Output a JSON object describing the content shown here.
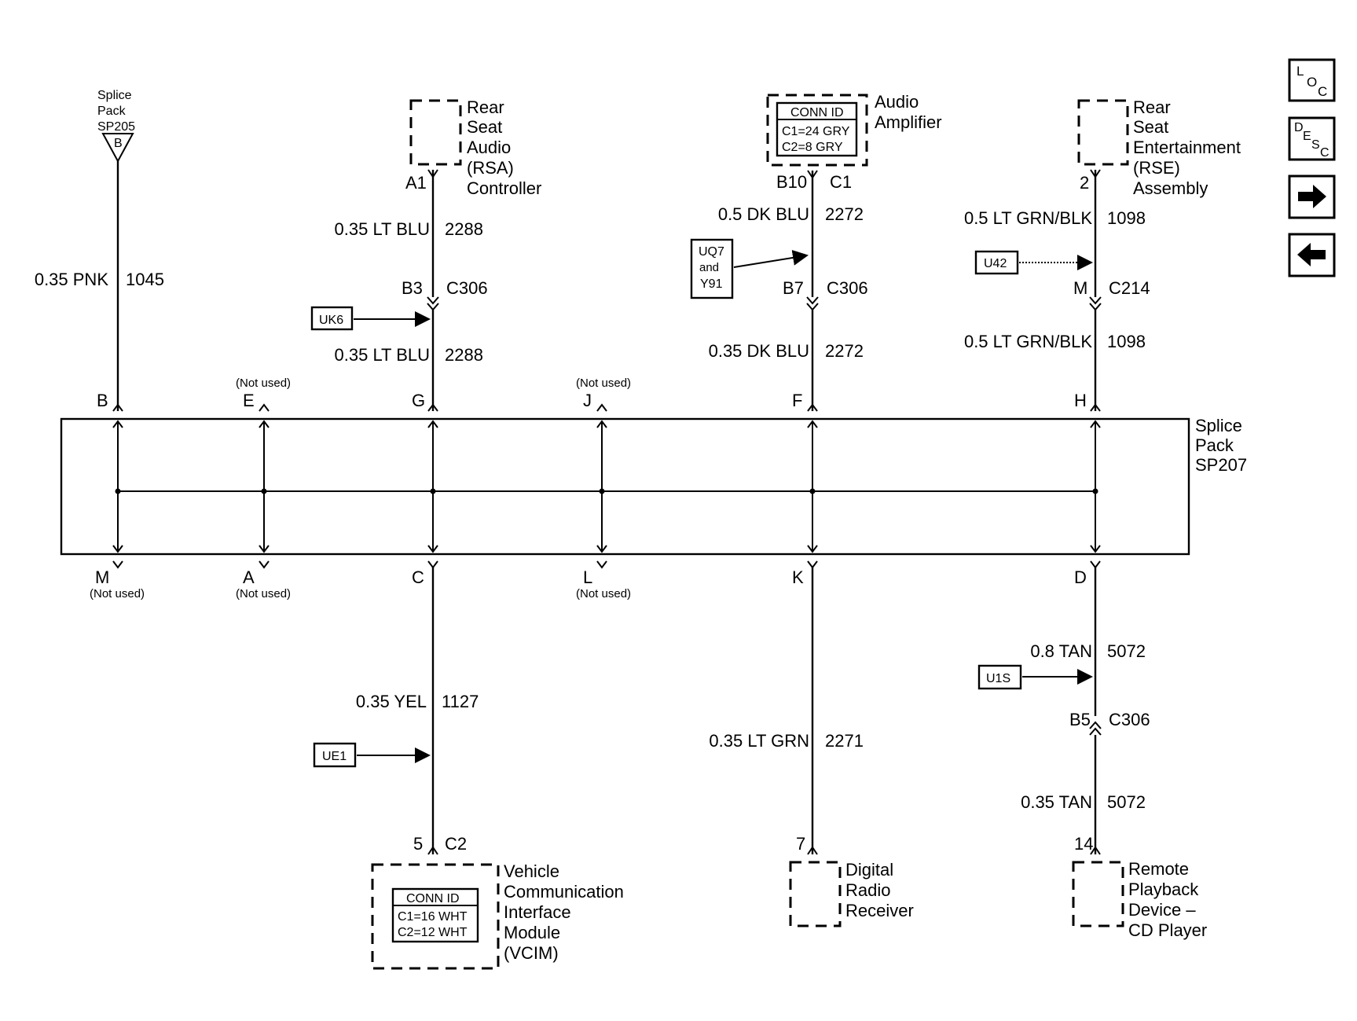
{
  "splice_pack_main": {
    "line1": "Splice",
    "line2": "Pack",
    "line3": "SP207"
  },
  "splice_pack_top": {
    "line1": "Splice",
    "line2": "Pack",
    "line3": "SP205",
    "pin": "B"
  },
  "pins": {
    "B": "B",
    "E": "E",
    "G": "G",
    "J": "J",
    "F": "F",
    "H": "H",
    "M": "M",
    "A": "A",
    "C": "C",
    "L": "L",
    "K": "K",
    "D": "D"
  },
  "not_used": "(Not used)",
  "wires": {
    "pnk": {
      "gauge_color": "0.35 PNK",
      "circuit": "1045"
    },
    "rsa_upper": {
      "gauge_color": "0.35 LT BLU",
      "circuit": "2288"
    },
    "rsa_lower": {
      "gauge_color": "0.35 LT BLU",
      "circuit": "2288"
    },
    "amp_upper": {
      "gauge_color": "0.5 DK BLU",
      "circuit": "2272"
    },
    "amp_lower": {
      "gauge_color": "0.35 DK BLU",
      "circuit": "2272"
    },
    "rse_upper": {
      "gauge_color": "0.5 LT GRN/BLK",
      "circuit": "1098"
    },
    "rse_lower": {
      "gauge_color": "0.5 LT GRN/BLK",
      "circuit": "1098"
    },
    "vcim": {
      "gauge_color": "0.35 YEL",
      "circuit": "1127"
    },
    "dig_radio": {
      "gauge_color": "0.35 LT GRN",
      "circuit": "2271"
    },
    "cd_upper": {
      "gauge_color": "0.8 TAN",
      "circuit": "5072"
    },
    "cd_lower": {
      "gauge_color": "0.35 TAN",
      "circuit": "5072"
    }
  },
  "connectors": {
    "rsa_pin": "A1",
    "rsa_c306_pin": "B3",
    "rsa_c306": "C306",
    "amp_pin": "B10",
    "amp_conn": "C1",
    "amp_c306_pin": "B7",
    "amp_c306": "C306",
    "rse_pin": "2",
    "rse_c214_pin": "M",
    "rse_c214": "C214",
    "vcim_pin": "5",
    "vcim_conn": "C2",
    "radio_pin": "7",
    "cd_c306_pin": "B5",
    "cd_c306": "C306",
    "cd_pin": "14"
  },
  "options": {
    "uk6": "UK6",
    "uq7_line1": "UQ7",
    "uq7_line2": "and",
    "uq7_line3": "Y91",
    "u42": "U42",
    "ue1": "UE1",
    "u1s": "U1S"
  },
  "components": {
    "rsa": [
      "Rear",
      "Seat",
      "Audio",
      "(RSA)",
      "Controller"
    ],
    "amp": [
      "Audio",
      "Amplifier"
    ],
    "rse": [
      "Rear",
      "Seat",
      "Entertainment",
      "(RSE)",
      "Assembly"
    ],
    "vcim": [
      "Vehicle",
      "Communication",
      "Interface",
      "Module",
      "(VCIM)"
    ],
    "radio": [
      "Digital",
      "Radio",
      "Receiver"
    ],
    "cd": [
      "Remote",
      "Playback",
      "Device –",
      "CD Player"
    ]
  },
  "conn_id_amp": {
    "title": "CONN ID",
    "line1": "C1=24 GRY",
    "line2": "C2=8 GRY"
  },
  "conn_id_vcim": {
    "title": "CONN ID",
    "line1": "C1=16 WHT",
    "line2": "C2=12 WHT"
  },
  "nav": {
    "loc": {
      "l1": "L",
      "l2": "O",
      "l3": "C"
    },
    "desc": {
      "l1": "D",
      "l2": "E",
      "l3": "S",
      "l4": "C"
    },
    "forward_icon": "arrow-right",
    "back_icon": "arrow-left"
  }
}
